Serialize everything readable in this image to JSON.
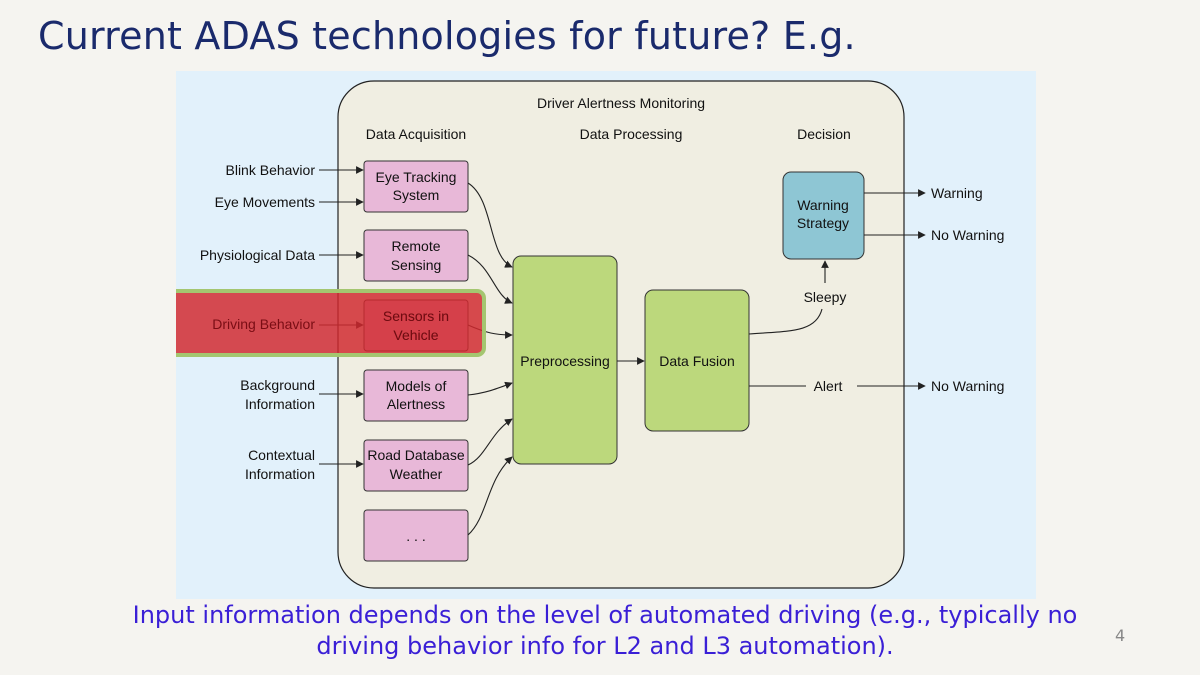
{
  "slide": {
    "title": "Current ADAS technologies for future? E.g.",
    "caption_line1": "Input information depends on the level of automated driving (e.g., typically no",
    "caption_line2": "driving behavior info for L2 and L3 automation).",
    "page_number": "4"
  },
  "diagram": {
    "title": "Driver Alertness Monitoring",
    "columns": {
      "acquisition": "Data Acquisition",
      "processing": "Data Processing",
      "decision": "Decision"
    },
    "inputs": [
      {
        "line1": "Blink Behavior",
        "line2": ""
      },
      {
        "line1": "Eye Movements",
        "line2": ""
      },
      {
        "line1": "Physiological Data",
        "line2": ""
      },
      {
        "line1": "Driving Behavior",
        "line2": ""
      },
      {
        "line1": "Background",
        "line2": "Information"
      },
      {
        "line1": "Contextual",
        "line2": "Information"
      }
    ],
    "sources": [
      {
        "line1": "Eye Tracking",
        "line2": "System"
      },
      {
        "line1": "Remote",
        "line2": "Sensing"
      },
      {
        "line1": "Sensors in",
        "line2": "Vehicle"
      },
      {
        "line1": "Models of",
        "line2": "Alertness"
      },
      {
        "line1": "Road Database",
        "line2": "Weather"
      },
      {
        "line1": ". . .",
        "line2": ""
      }
    ],
    "preprocessing": "Preprocessing",
    "data_fusion": "Data Fusion",
    "warning_strategy": {
      "line1": "Warning",
      "line2": "Strategy"
    },
    "labels": {
      "sleepy": "Sleepy",
      "alert": "Alert"
    },
    "outputs": {
      "warning": "Warning",
      "no_warning_top": "No Warning",
      "no_warning_bottom": "No Warning"
    },
    "highlighted_input": "Driving Behavior",
    "colors": {
      "source_box": "#e8b8d8",
      "processing_box": "#bcd87c",
      "decision_box": "#8ec6d4",
      "container": "#f0eee2",
      "highlight": "#d0282f"
    }
  }
}
